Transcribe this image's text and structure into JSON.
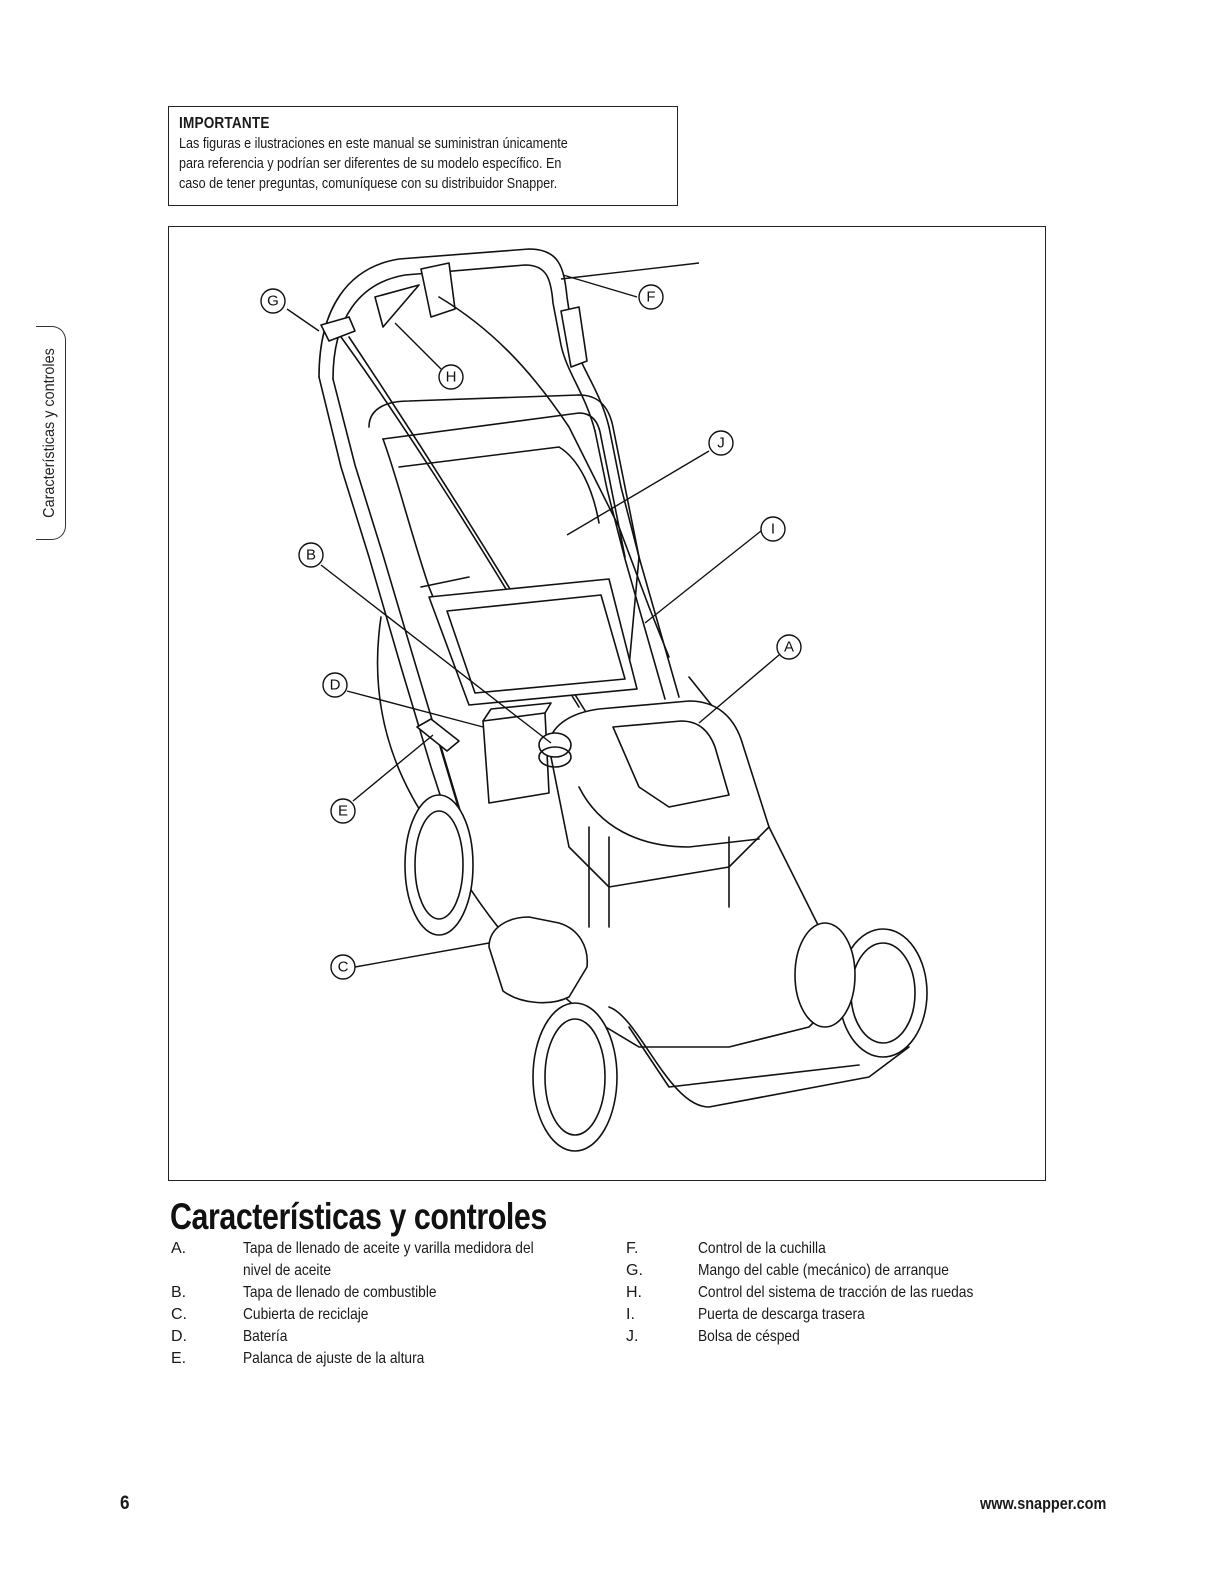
{
  "notice": {
    "title": "IMPORTANTE",
    "lines": [
      "Las figuras e ilustraciones en este manual se suministran únicamente",
      "para referencia y podrían ser diferentes de su modelo específico. En",
      "caso de tener preguntas, comuníquese con su distribuidor Snapper."
    ]
  },
  "side_tab": {
    "label": "Características y controles"
  },
  "figure": {
    "callouts": [
      "A",
      "B",
      "C",
      "D",
      "E",
      "F",
      "G",
      "H",
      "I",
      "J"
    ]
  },
  "section": {
    "title": "Características y controles",
    "left_items": [
      {
        "letter": "A.",
        "desc": "Tapa de llenado de aceite y varilla medidora del",
        "desc2": "nivel de aceite"
      },
      {
        "letter": "B.",
        "desc": "Tapa de llenado de combustible"
      },
      {
        "letter": "C.",
        "desc": "Cubierta de reciclaje"
      },
      {
        "letter": "D.",
        "desc": "Batería"
      },
      {
        "letter": "E.",
        "desc": "Palanca de ajuste de la altura"
      }
    ],
    "right_items": [
      {
        "letter": "F.",
        "desc": "Control de la cuchilla"
      },
      {
        "letter": "G.",
        "desc": "Mango del cable (mecánico) de arranque"
      },
      {
        "letter": "H.",
        "desc": "Control del sistema de tracción de las ruedas"
      },
      {
        "letter": "I.",
        "desc": "Puerta de descarga trasera"
      },
      {
        "letter": "J.",
        "desc": "Bolsa de césped"
      }
    ]
  },
  "footer": {
    "page_number": "6",
    "url": "www.snapper.com"
  }
}
